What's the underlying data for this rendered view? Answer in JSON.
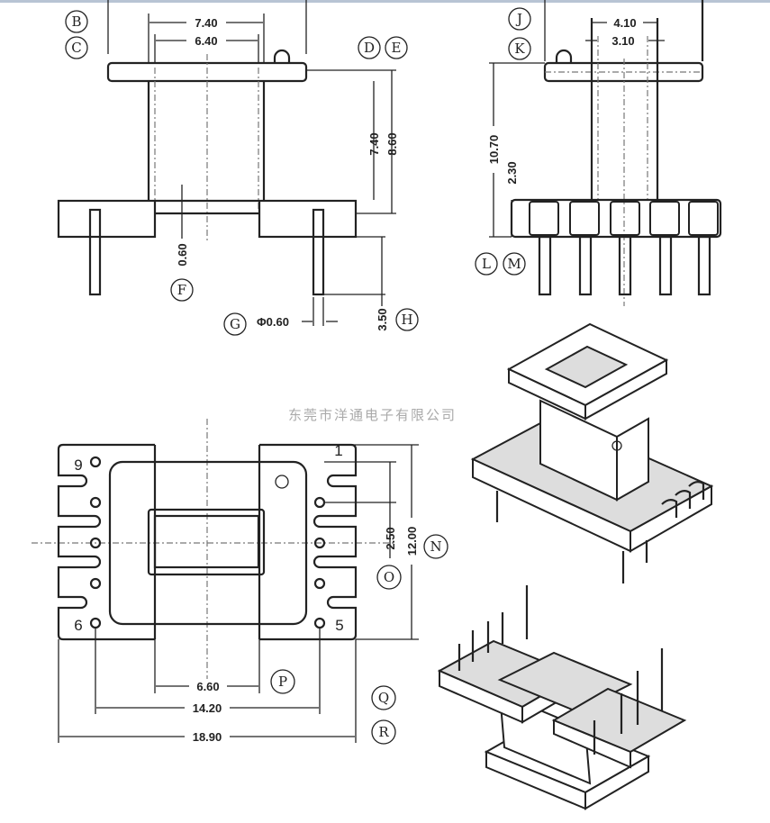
{
  "watermark": "东莞市洋通电子有限公司",
  "front_view": {
    "dims": {
      "width_outer": "7.40",
      "width_inner": "6.40",
      "height_inner": "7.40",
      "height_outer": "8.60",
      "base_gap": "0.60",
      "pin_diameter": "Φ0.60",
      "pin_length": "3.50"
    },
    "labels": [
      "B",
      "C",
      "D",
      "E",
      "F",
      "G",
      "H"
    ]
  },
  "side_view": {
    "dims": {
      "width_outer": "4.10",
      "width_inner": "3.10",
      "total_height": "10.70",
      "base_height": "2.30"
    },
    "labels": [
      "J",
      "K",
      "L",
      "M"
    ]
  },
  "bottom_view": {
    "dims": {
      "window_width": "6.60",
      "pin_row_span": "14.20",
      "overall_width": "18.90",
      "pin_pitch": "2.50",
      "overall_depth": "12.00"
    },
    "pin_numbers": [
      "9",
      "6",
      "1",
      "5"
    ],
    "labels": [
      "N",
      "O",
      "P",
      "Q",
      "R"
    ]
  }
}
